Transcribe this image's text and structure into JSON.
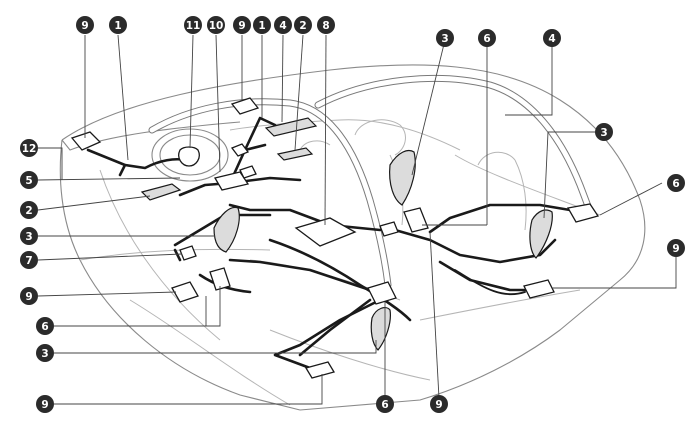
{
  "callouts": [
    {
      "label": "9"
    },
    {
      "label": "1"
    },
    {
      "label": "11"
    },
    {
      "label": "10"
    },
    {
      "label": "9"
    },
    {
      "label": "1"
    },
    {
      "label": "4"
    },
    {
      "label": "2"
    },
    {
      "label": "8"
    },
    {
      "label": "3"
    },
    {
      "label": "6"
    },
    {
      "label": "4"
    },
    {
      "label": "3"
    },
    {
      "label": "6"
    },
    {
      "label": "12"
    },
    {
      "label": "5"
    },
    {
      "label": "2"
    },
    {
      "label": "3"
    },
    {
      "label": "7"
    },
    {
      "label": "9"
    },
    {
      "label": "6"
    },
    {
      "label": "3"
    },
    {
      "label": "9"
    },
    {
      "label": "6"
    },
    {
      "label": "9"
    },
    {
      "label": "9"
    }
  ]
}
